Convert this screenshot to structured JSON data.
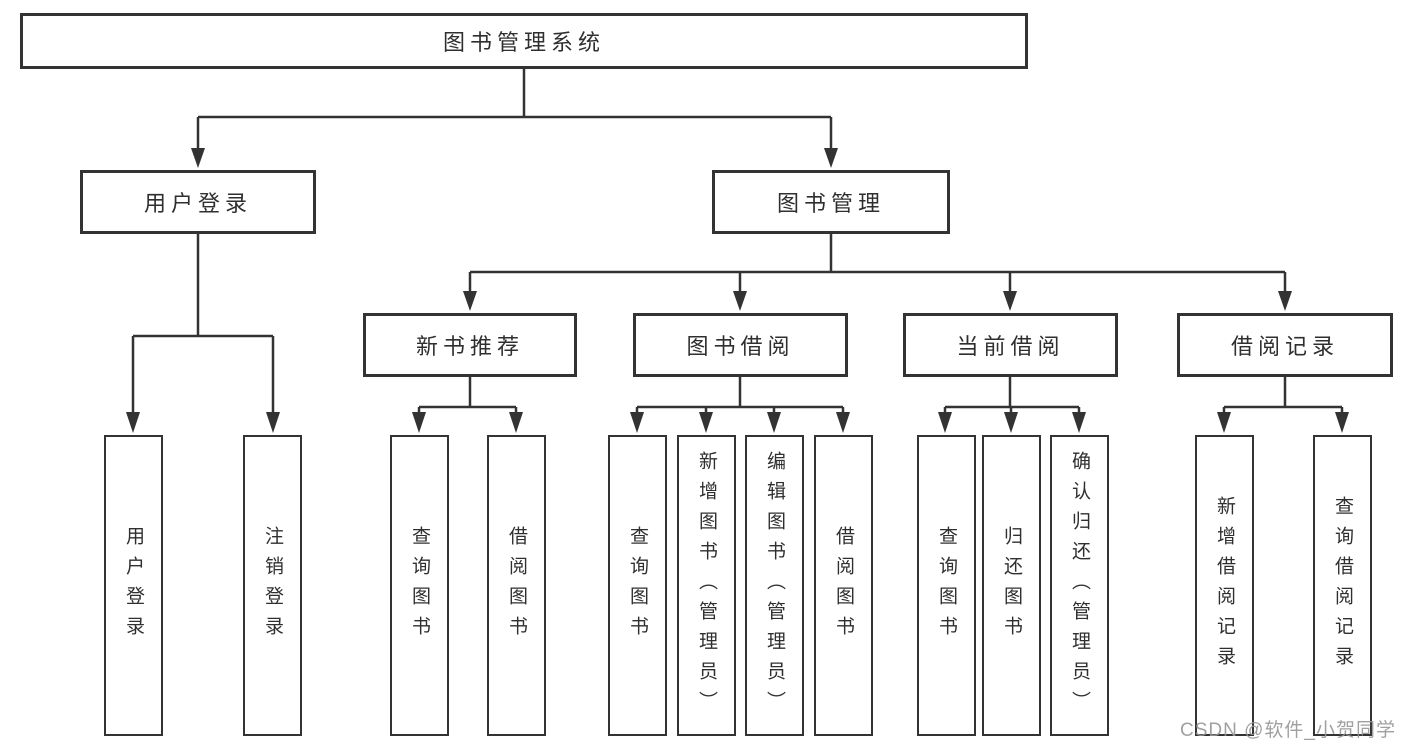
{
  "diagram_title": "图书管理系统",
  "tree": {
    "label": "图书管理系统",
    "children": [
      {
        "label": "用户登录",
        "children": [
          {
            "label": "用户登录"
          },
          {
            "label": "注销登录"
          }
        ]
      },
      {
        "label": "图书管理",
        "children": [
          {
            "label": "新书推荐",
            "children": [
              {
                "label": "查询图书"
              },
              {
                "label": "借阅图书"
              }
            ]
          },
          {
            "label": "图书借阅",
            "children": [
              {
                "label": "查询图书"
              },
              {
                "label": "新增图书（管理员）"
              },
              {
                "label": "编辑图书（管理员）"
              },
              {
                "label": "借阅图书"
              }
            ]
          },
          {
            "label": "当前借阅",
            "children": [
              {
                "label": "查询图书"
              },
              {
                "label": "归还图书"
              },
              {
                "label": "确认归还（管理员）"
              }
            ]
          },
          {
            "label": "借阅记录",
            "children": [
              {
                "label": "新增借阅记录"
              },
              {
                "label": "查询借阅记录"
              }
            ]
          }
        ]
      }
    ]
  },
  "watermark": "CSDN @软件_小贺同学",
  "colors": {
    "line": "#333333",
    "text": "#2f2f2f",
    "background": "#ffffff",
    "watermark": "#969696"
  }
}
